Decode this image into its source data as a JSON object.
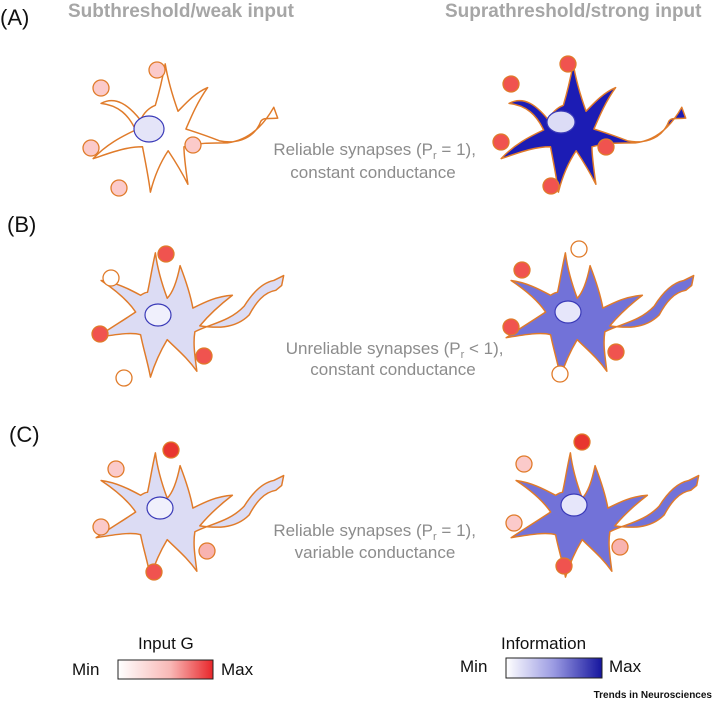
{
  "column_titles": {
    "left": "Subthreshold/weak input",
    "right": "Suprathreshold/strong input"
  },
  "rows": [
    {
      "label": "(A)",
      "condition_line1_pre": "Reliable synapses (P",
      "condition_sub": "r",
      "condition_line1_post": " = 1),",
      "condition_line2": "constant conductance"
    },
    {
      "label": "(B)",
      "condition_line1_pre": "Unreliable synapses (P",
      "condition_sub": "r",
      "condition_line1_post": " < 1),",
      "condition_line2": "constant conductance"
    },
    {
      "label": "(C)",
      "condition_line1_pre": "Reliable synapses (P",
      "condition_sub": "r",
      "condition_line1_post": " = 1),",
      "condition_line2": "variable conductance"
    }
  ],
  "legend": {
    "input": {
      "title": "Input G",
      "min": "Min",
      "max": "Max",
      "color_from": "#ffffff",
      "color_to": "#e8262a"
    },
    "information": {
      "title": "Information",
      "min": "Min",
      "max": "Max",
      "color_from": "#ffffff",
      "color_to": "#15159e"
    }
  },
  "credit": "Trends in Neurosciences",
  "colors": {
    "outline": "#e07b2a",
    "nucleus_stroke": "#3a3ab8"
  }
}
